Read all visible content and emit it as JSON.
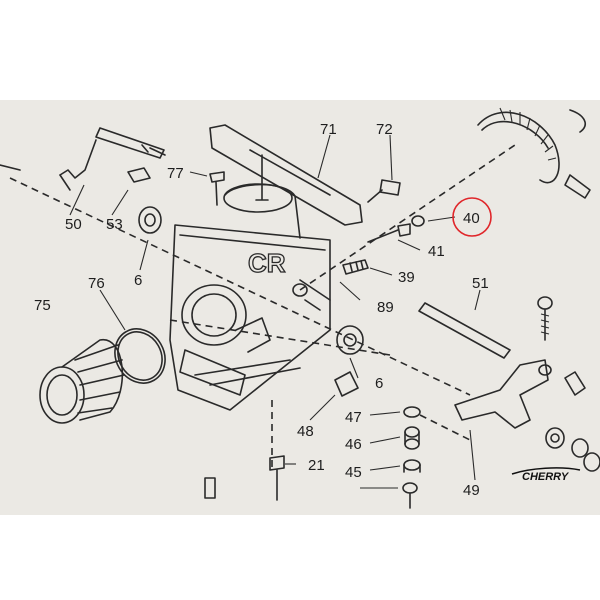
{
  "diagram": {
    "part_labels": {
      "p71": "71",
      "p72": "72",
      "p77": "77",
      "p50": "50",
      "p53": "53",
      "p40": "40",
      "p41": "41",
      "p6a": "6",
      "p76": "76",
      "p39": "39",
      "p51": "51",
      "p75": "75",
      "p89": "89",
      "p6b": "6",
      "p47": "47",
      "p48": "48",
      "p46": "46",
      "p21": "21",
      "p45": "45",
      "p49": "49"
    },
    "highlighted_part": "40",
    "highlight_color": "#e0262a"
  },
  "watermark": {
    "brand": "CHERRY"
  }
}
